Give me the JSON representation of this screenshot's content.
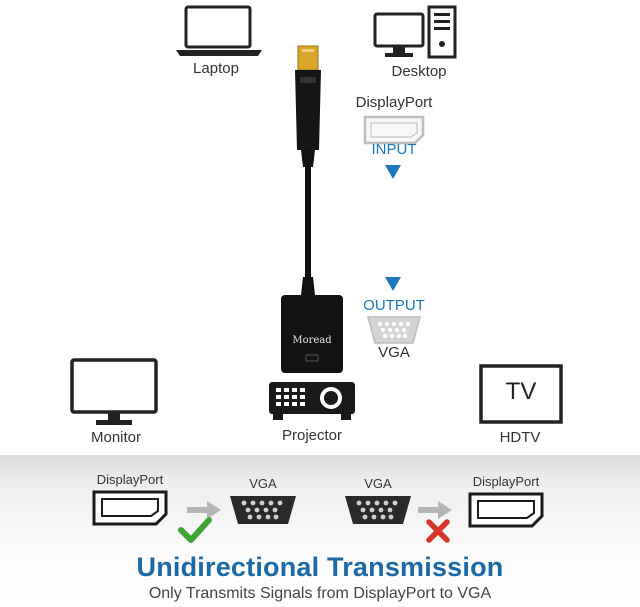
{
  "devices": {
    "laptop": "Laptop",
    "desktop": "Desktop",
    "monitor": "Monitor",
    "projector": "Projector",
    "tv_screen": "TV",
    "hdtv": "HDTV"
  },
  "adapter": {
    "input_port": "DisplayPort",
    "input_label": "INPUT",
    "output_label": "OUTPUT",
    "output_port": "VGA",
    "brand": "Moread"
  },
  "direction": {
    "valid": {
      "from": "DisplayPort",
      "to": "VGA"
    },
    "invalid": {
      "from": "VGA",
      "to": "DisplayPort"
    }
  },
  "headline": "Unidirectional Transmission",
  "subline": "Only Transmits Signals from DisplayPort to VGA",
  "colors": {
    "accent_blue": "#1c78b9",
    "headline_blue": "#1c6aa5",
    "check_green": "#3fa535",
    "cross_red": "#d9342b"
  }
}
